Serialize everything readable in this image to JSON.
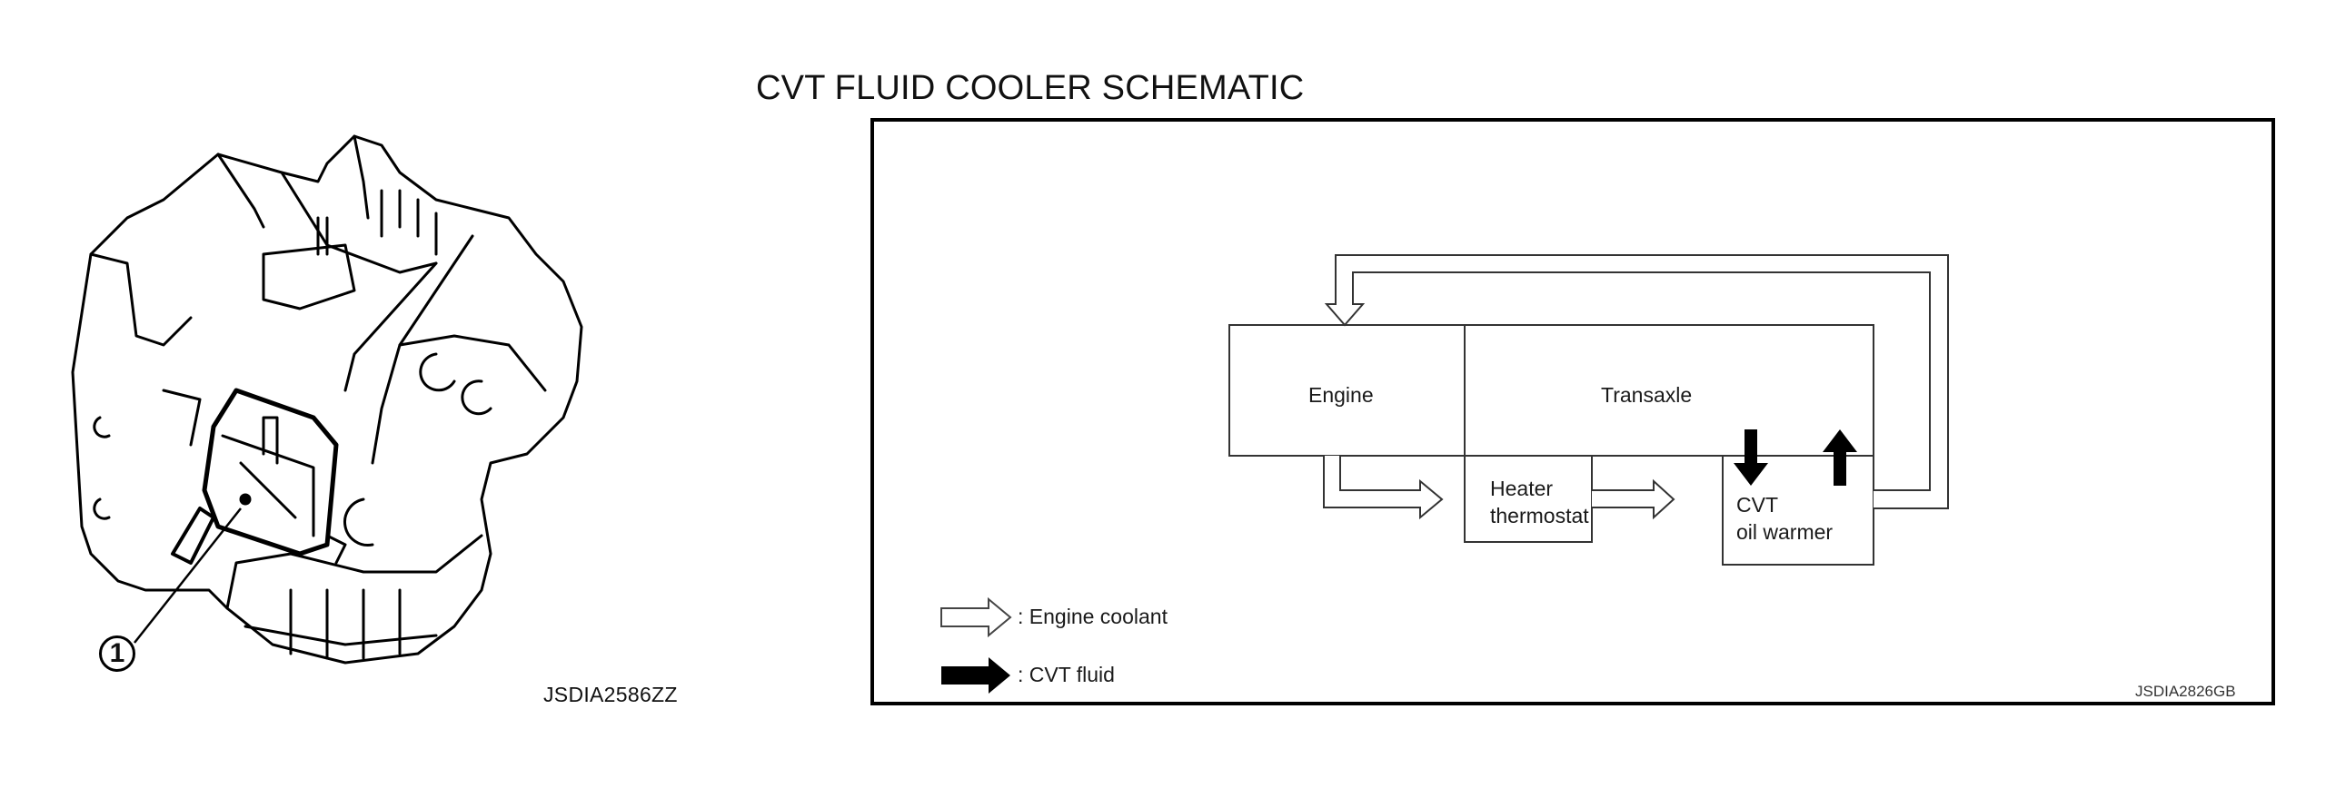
{
  "left_figure": {
    "callout_number": "1",
    "figure_id": "JSDIA2586ZZ"
  },
  "schematic": {
    "title": "CVT FLUID COOLER SCHEMATIC",
    "boxes": {
      "engine": "Engine",
      "transaxle": "Transaxle",
      "heater_line1": "Heater",
      "heater_line2": "thermostat",
      "warmer_line1": "CVT",
      "warmer_line2": "oil warmer"
    },
    "legend": [
      {
        "symbol": "hollow-arrow",
        "label": ": Engine coolant"
      },
      {
        "symbol": "solid-arrow",
        "label": ": CVT fluid"
      }
    ],
    "figure_id": "JSDIA2826GB"
  }
}
